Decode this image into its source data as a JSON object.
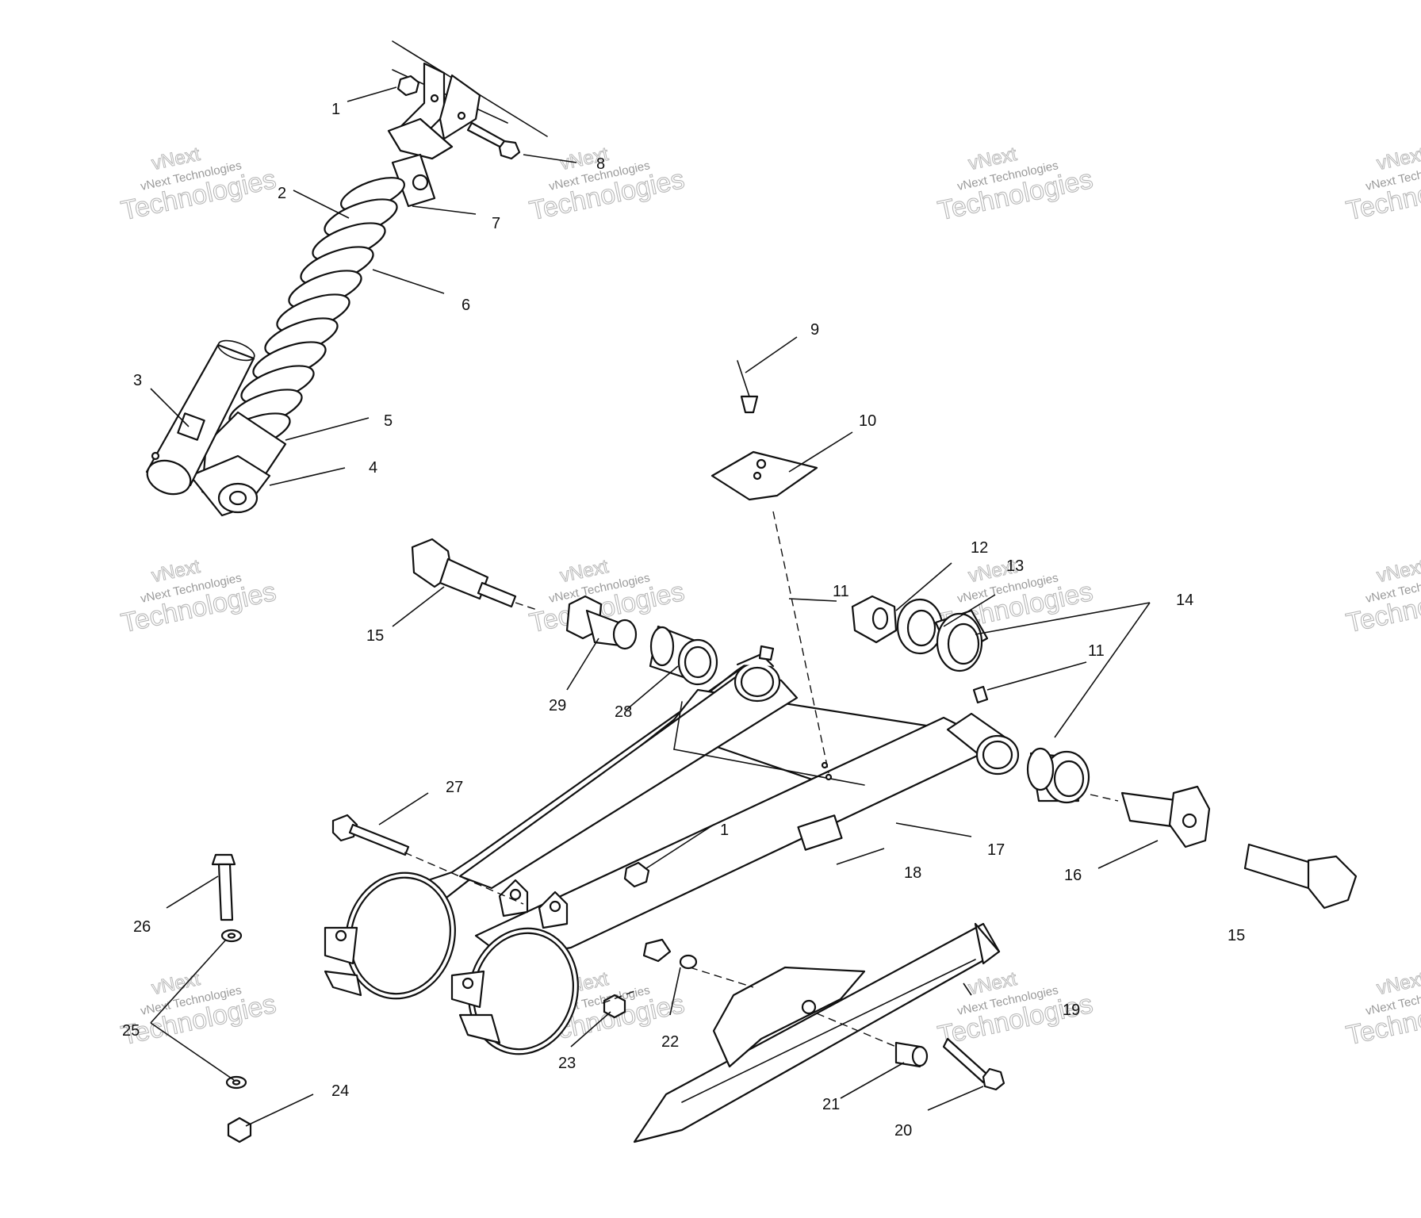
{
  "watermark": {
    "line1": "vNext",
    "line2": "vNext Technologies",
    "line3": "Technologies"
  },
  "callouts": {
    "c1a": "1",
    "c1b": "1",
    "c2": "2",
    "c3": "3",
    "c4": "4",
    "c5": "5",
    "c6": "6",
    "c7": "7",
    "c8": "8",
    "c9": "9",
    "c10": "10",
    "c11a": "11",
    "c11b": "11",
    "c12": "12",
    "c13": "13",
    "c14": "14",
    "c15a": "15",
    "c15b": "15",
    "c16": "16",
    "c17": "17",
    "c18": "18",
    "c19": "19",
    "c20": "20",
    "c21": "21",
    "c22": "22",
    "c23": "23",
    "c24": "24",
    "c25": "25",
    "c26": "26",
    "c27": "27",
    "c28": "28",
    "c29": "29"
  }
}
